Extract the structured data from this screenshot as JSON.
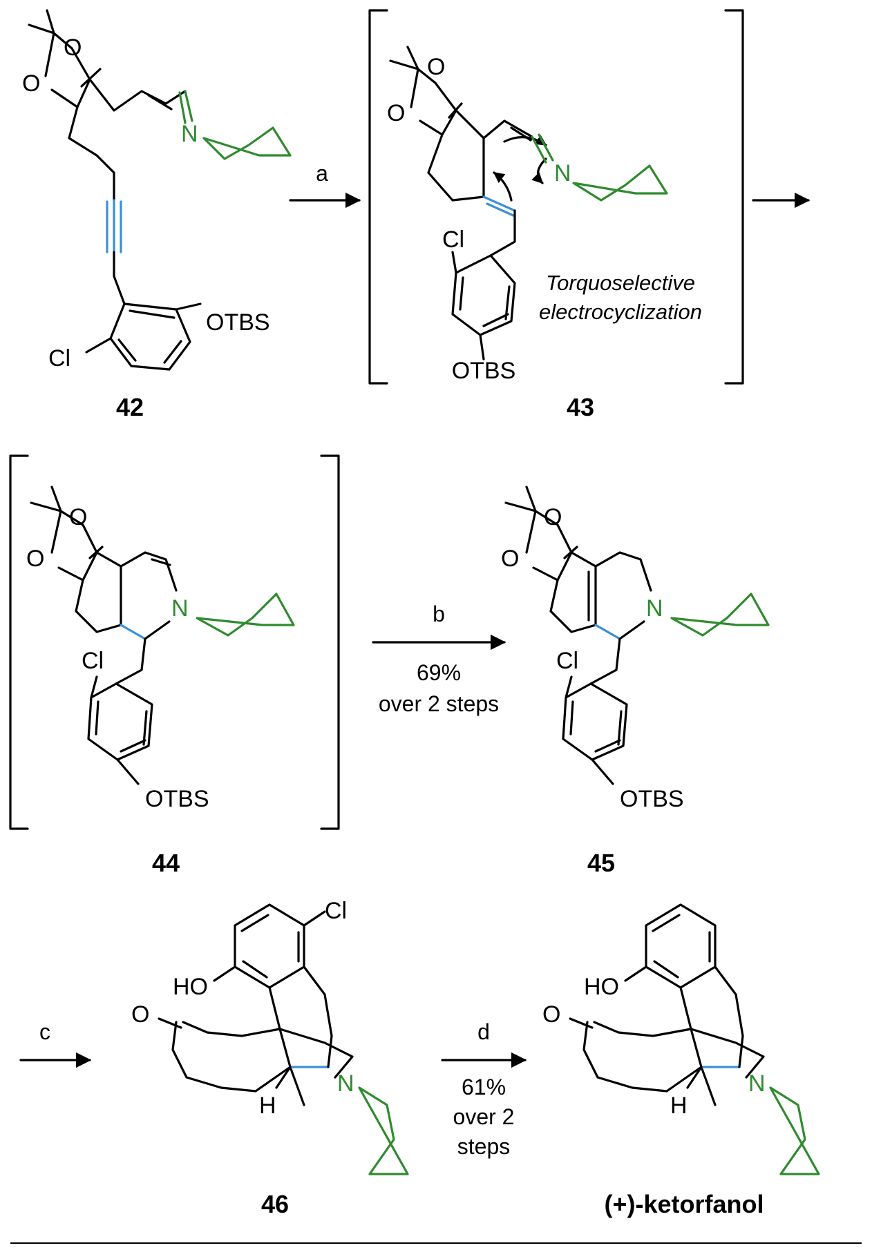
{
  "compounds": {
    "c42": "42",
    "c43": "43",
    "c44": "44",
    "c45": "45",
    "c46": "46",
    "final": "(+)-ketorfanol"
  },
  "atoms": {
    "oxygen": "O",
    "nitrogen": "N",
    "chlorine": "Cl",
    "otbs": "OTBS",
    "hydroxyl": "HO",
    "hydrogen": "H"
  },
  "steps": {
    "a": {
      "label": "a"
    },
    "b": {
      "label": "b",
      "yield": "69%",
      "detail": "over 2 steps"
    },
    "c": {
      "label": "c"
    },
    "d": {
      "label": "d",
      "yield": "61%",
      "detail_line1": "over 2",
      "detail_line2": "steps"
    }
  },
  "annotation": {
    "line1": "Torquoselective",
    "line2": "electrocyclization"
  },
  "colors": {
    "amine": "#2e8b2e",
    "new_bond": "#3b8fd6",
    "structure": "#000000"
  }
}
